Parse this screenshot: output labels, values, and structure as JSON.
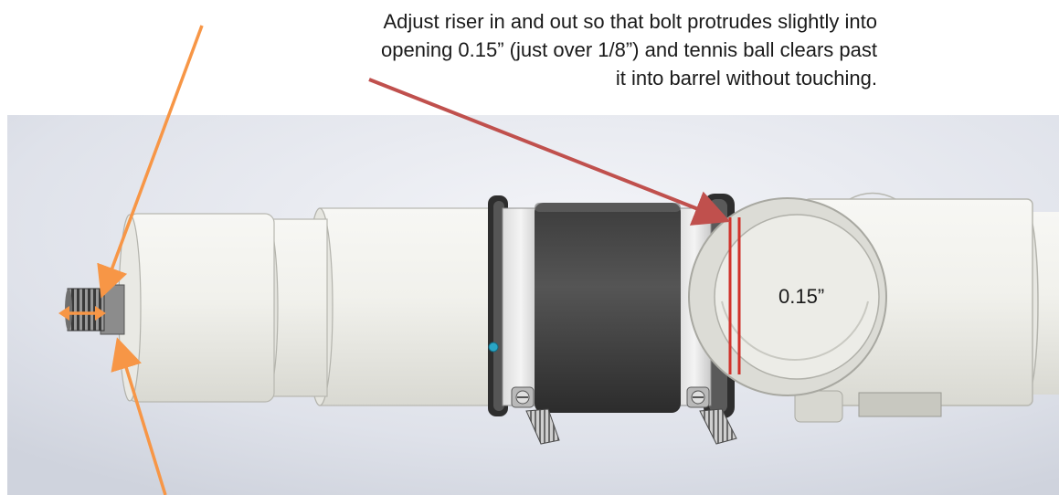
{
  "annotation": {
    "lines": [
      "Adjust riser in and out so that bolt protrudes slightly into",
      "opening  0.15” (just over 1/8”) and tennis ball clears past",
      "it into barrel without touching."
    ]
  },
  "dimension_label": "0.15”",
  "colors": {
    "arrow_red": "#c0504d",
    "arrow_orange": "#f79646",
    "dimension_lines": "#d0322b",
    "pipe": "#eeeeea",
    "coupling": "#4a4a4a",
    "background": "#dfe3ec"
  },
  "icons": [
    "pointer-arrow",
    "double-headed-arrow",
    "hose-clamp",
    "threaded-bolt"
  ]
}
